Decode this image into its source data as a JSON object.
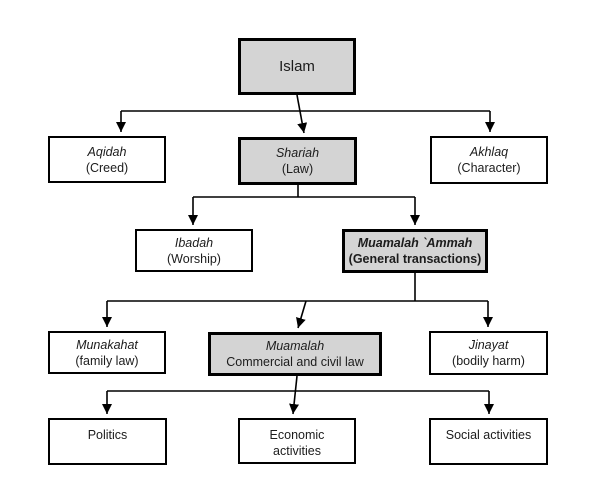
{
  "diagram": {
    "type": "flowchart",
    "description": "Hierarchy diagram of Islam: Aqidah, Shariah and Akhlaq; Shariah divides into Ibadah and Muamalah `Ammah; Muamalah `Ammah divides into Munakahat, Muamalah and Jinayat; Muamalah divides into Politics, Economic activities and Social activities",
    "colors": {
      "highlight_fill": "#d4d4d4",
      "node_fill": "#ffffff",
      "border": "#000000",
      "connector": "#000000",
      "background": "#ffffff"
    },
    "nodes": {
      "islam": {
        "line1": "Islam"
      },
      "aqidah": {
        "line1": "Aqidah",
        "line2": "(Creed)"
      },
      "shariah": {
        "line1": "Shariah",
        "line2": "(Law)"
      },
      "akhlaq": {
        "line1": "Akhlaq",
        "line2": "(Character)"
      },
      "ibadah": {
        "line1": "Ibadah",
        "line2": "(Worship)"
      },
      "muamalah_ammah": {
        "line1": "Muamalah `Ammah",
        "line2": "(General transactions)"
      },
      "munakahat": {
        "line1": "Munakahat",
        "line2": "(family law)"
      },
      "muamalah": {
        "line1": "Muamalah",
        "line2": "Commercial and civil law"
      },
      "jinayat": {
        "line1": "Jinayat",
        "line2": "(bodily harm)"
      },
      "politics": {
        "line1": "Politics"
      },
      "economic_activities": {
        "line1": "Economic",
        "line2": "activities"
      },
      "social_activities": {
        "line1": "Social activities"
      }
    }
  }
}
